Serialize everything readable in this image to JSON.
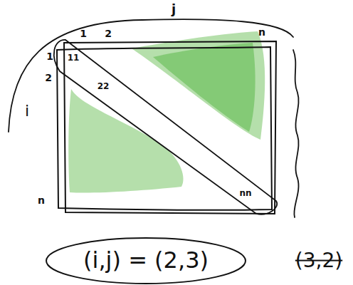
{
  "diagram": {
    "labels": [
      "1",
      "2",
      "j",
      "n",
      "1",
      "11",
      "2",
      "22",
      "i",
      "n",
      "nn",
      "(i,j) = (2,3)",
      "(3,2)"
    ]
  }
}
